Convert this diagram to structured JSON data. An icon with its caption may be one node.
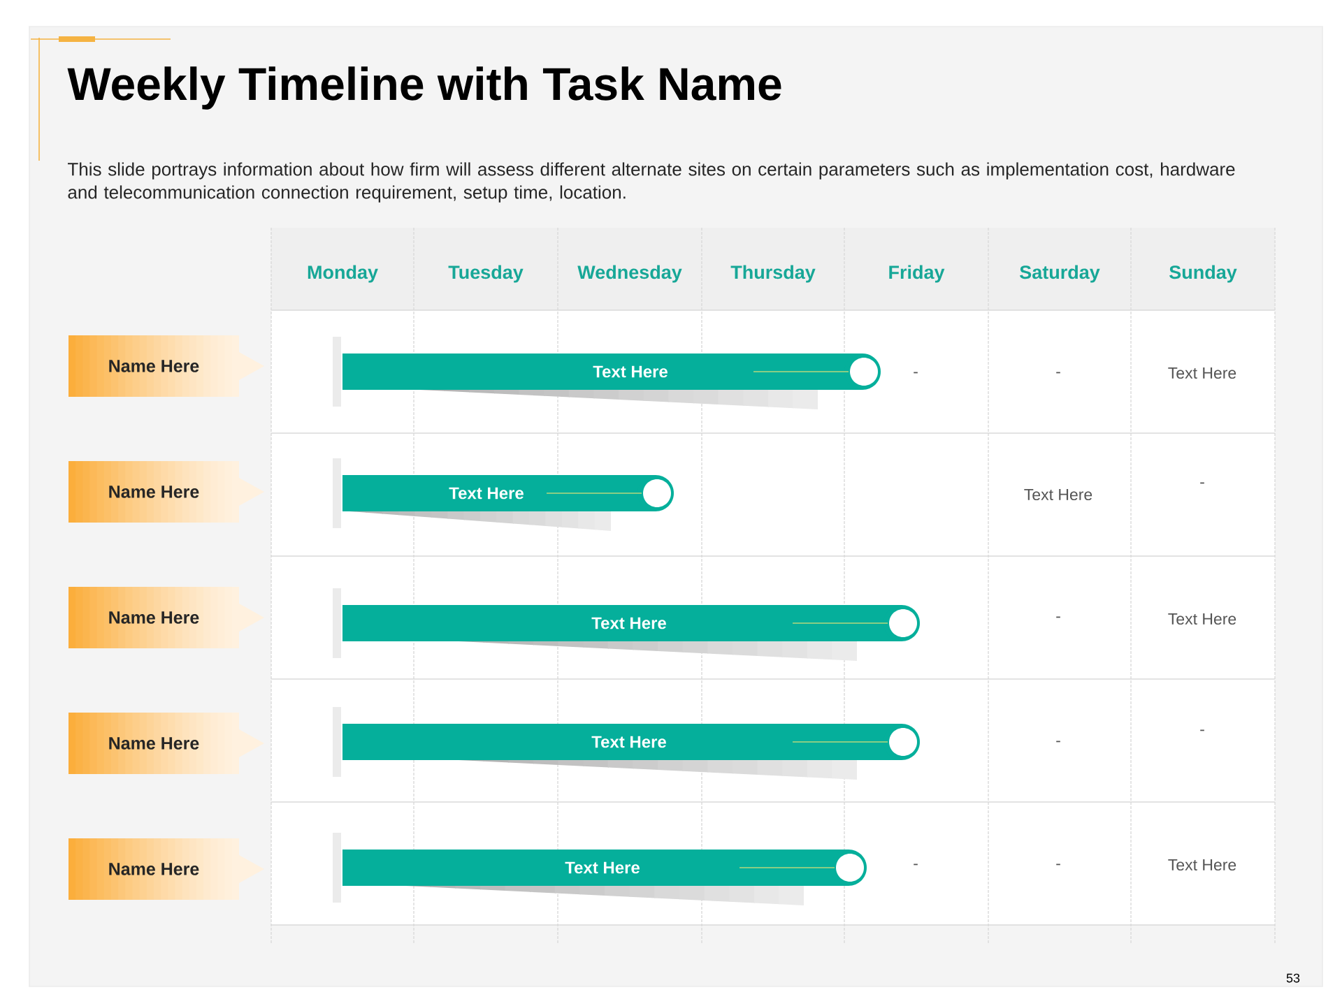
{
  "diagram": {
    "title": "Weekly Timeline with Task Name",
    "nodes": [
      {
        "text": [
          "Name Here"
        ]
      },
      {
        "text": [
          "Text Here"
        ]
      },
      {
        "text": [
          "Name Here"
        ]
      },
      {
        "text": [
          "Text Here"
        ]
      },
      {
        "text": [
          "Name Here"
        ]
      },
      {
        "text": [
          "Text Here"
        ]
      },
      {
        "text": [
          "Name Here"
        ]
      },
      {
        "text": [
          "Text Here"
        ]
      },
      {
        "text": [
          "Name Here"
        ]
      },
      {
        "text": [
          "Text Here"
        ]
      }
    ],
    "labels": [
      "This slide portrays information about how firm will assess different alternate sites on certain parameters such as implementation cost, hardware and telecommunication connection requirement, setup time, location.",
      "Monday",
      "Tuesday",
      "Wednesday",
      "Thursday",
      "Friday",
      "Saturday",
      "Sunday",
      "-",
      "-",
      "Text Here",
      "Text Here",
      "-",
      "-",
      "Text Here",
      "-",
      "-",
      "-",
      "-",
      "Text Here",
      "53"
    ]
  }
}
